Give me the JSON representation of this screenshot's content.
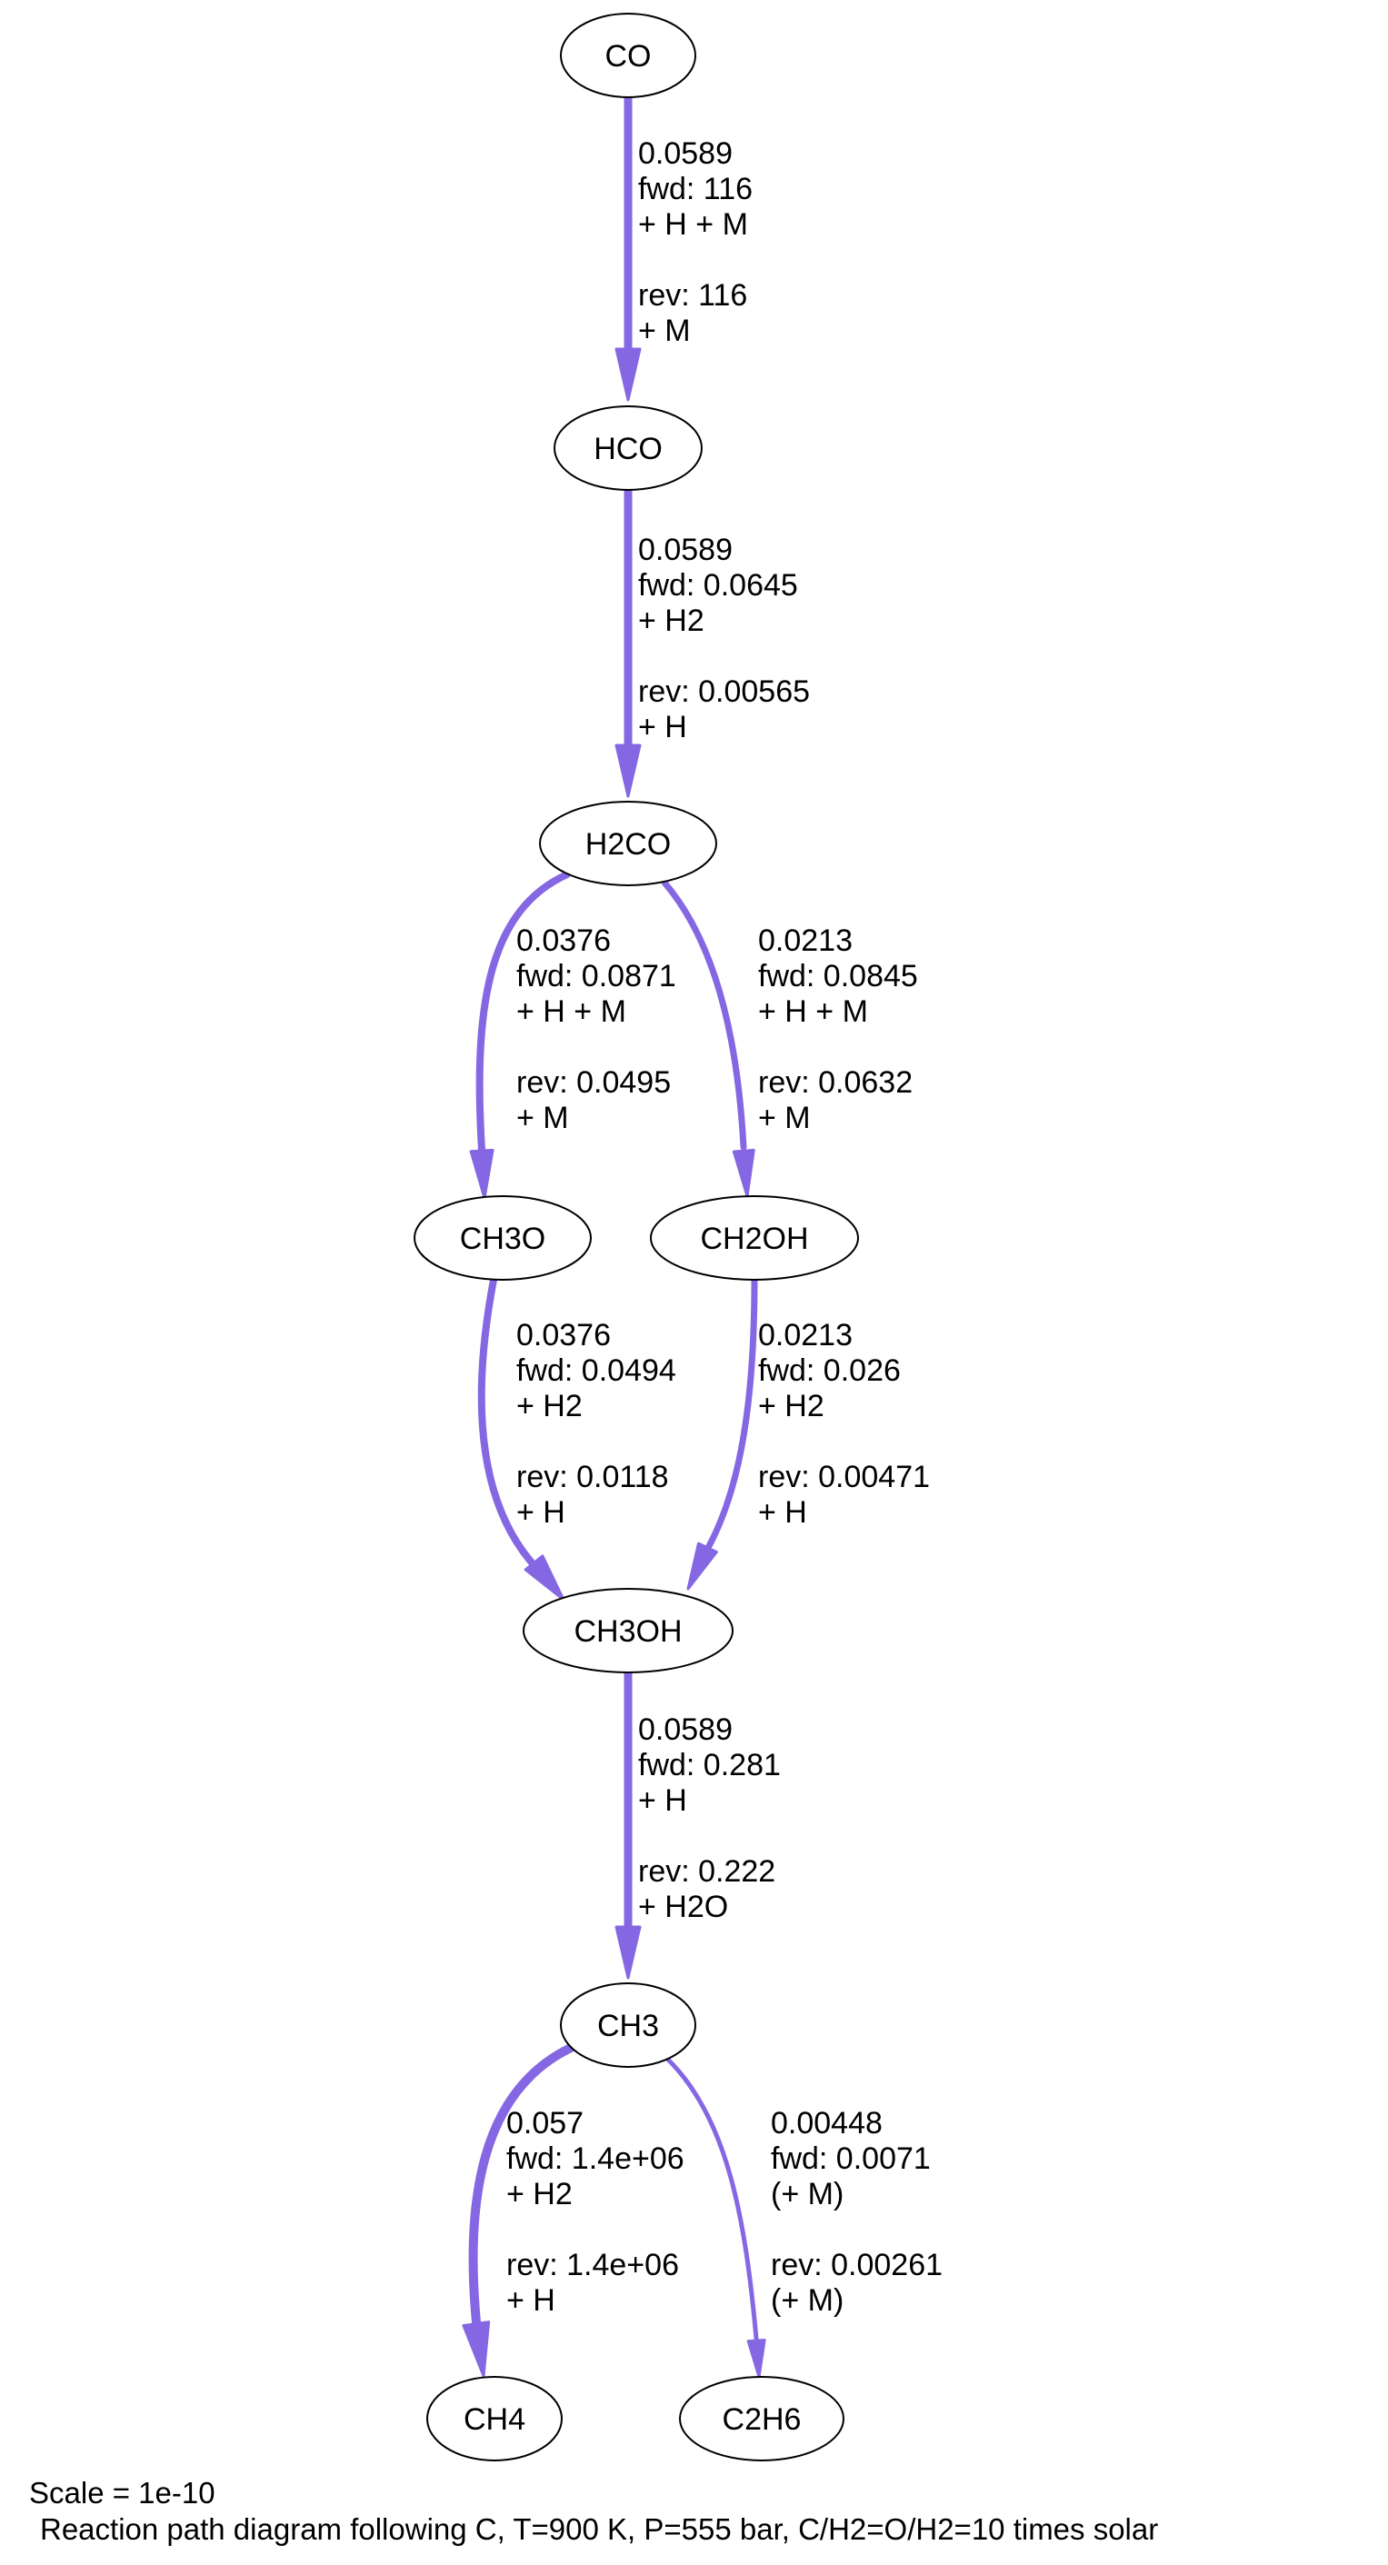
{
  "colors": {
    "edge": "#8667e3",
    "node_stroke": "#000000",
    "text": "#000000",
    "background": "#ffffff"
  },
  "nodes": [
    {
      "id": "CO",
      "label": "CO"
    },
    {
      "id": "HCO",
      "label": "HCO"
    },
    {
      "id": "H2CO",
      "label": "H2CO"
    },
    {
      "id": "CH3O",
      "label": "CH3O"
    },
    {
      "id": "CH2OH",
      "label": "CH2OH"
    },
    {
      "id": "CH3OH",
      "label": "CH3OH"
    },
    {
      "id": "CH3",
      "label": "CH3"
    },
    {
      "id": "CH4",
      "label": "CH4"
    },
    {
      "id": "C2H6",
      "label": "C2H6"
    }
  ],
  "edges": [
    {
      "from": "CO",
      "to": "HCO",
      "label_lines": [
        "0.0589",
        "fwd: 116",
        "+ H + M",
        "",
        "rev: 116",
        "+ M"
      ]
    },
    {
      "from": "HCO",
      "to": "H2CO",
      "label_lines": [
        "0.0589",
        "fwd: 0.0645",
        "+ H2",
        "",
        "rev: 0.00565",
        "+ H"
      ]
    },
    {
      "from": "H2CO",
      "to": "CH3O",
      "label_lines": [
        "0.0376",
        "fwd: 0.0871",
        "+ H + M",
        "",
        "rev: 0.0495",
        "+ M"
      ]
    },
    {
      "from": "H2CO",
      "to": "CH2OH",
      "label_lines": [
        "0.0213",
        "fwd: 0.0845",
        "+ H + M",
        "",
        "rev: 0.0632",
        "+ M"
      ]
    },
    {
      "from": "CH3O",
      "to": "CH3OH",
      "label_lines": [
        "0.0376",
        "fwd: 0.0494",
        "+ H2",
        "",
        "rev: 0.0118",
        "+ H"
      ]
    },
    {
      "from": "CH2OH",
      "to": "CH3OH",
      "label_lines": [
        "0.0213",
        "fwd: 0.026",
        "+ H2",
        "",
        "rev: 0.00471",
        "+ H"
      ]
    },
    {
      "from": "CH3OH",
      "to": "CH3",
      "label_lines": [
        "0.0589",
        "fwd: 0.281",
        "+ H",
        "",
        "rev: 0.222",
        "+ H2O"
      ]
    },
    {
      "from": "CH3",
      "to": "CH4",
      "label_lines": [
        "0.057",
        "fwd: 1.4e+06",
        "+ H2",
        "",
        "rev: 1.4e+06",
        "+ H"
      ]
    },
    {
      "from": "CH3",
      "to": "C2H6",
      "label_lines": [
        "0.00448",
        "fwd: 0.0071",
        "(+ M)",
        "",
        "rev: 0.00261",
        "(+ M)"
      ]
    }
  ],
  "caption": {
    "scale": "Scale = 1e-10",
    "title": "Reaction path diagram following C, T=900 K, P=555 bar, C/H2=O/H2=10 times solar"
  }
}
